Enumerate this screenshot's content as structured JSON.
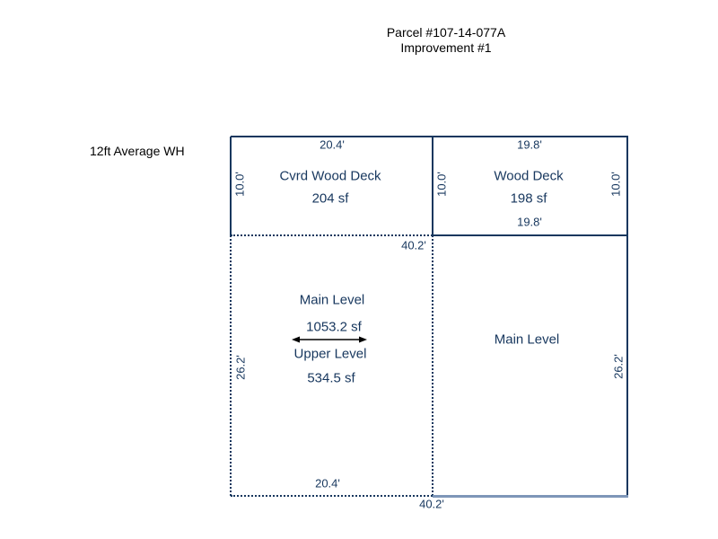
{
  "page": {
    "title_line1": "Parcel #107-14-077A",
    "title_line2": "Improvement #1",
    "side_note": "12ft Average WH"
  },
  "colors": {
    "line_navy": "#17375E",
    "line_steel_blue": "#7E96B8",
    "text_navy": "#17375E",
    "text_black": "#000000",
    "background": "#FFFFFF"
  },
  "sketch": {
    "cvrd_deck": {
      "name": "Cvrd Wood Deck",
      "area": "204 sf",
      "dim_top": "20.4'",
      "dim_left": "10.0'"
    },
    "wood_deck": {
      "name": "Wood Deck",
      "area": "198 sf",
      "dim_top": "19.8'",
      "dim_left": "10.0'",
      "dim_right": "10.0'",
      "dim_bottom": "19.8'"
    },
    "main_upper": {
      "main_label": "Main Level",
      "main_area": "1053.2 sf",
      "upper_label": "Upper Level",
      "upper_area": "534.5 sf",
      "dim_top": "40.2'",
      "dim_left": "26.2'",
      "dim_bottom": "20.4'"
    },
    "main_right": {
      "label": "Main Level",
      "dim_right": "26.2'"
    },
    "overall_dim_bottom": "40.2'"
  }
}
